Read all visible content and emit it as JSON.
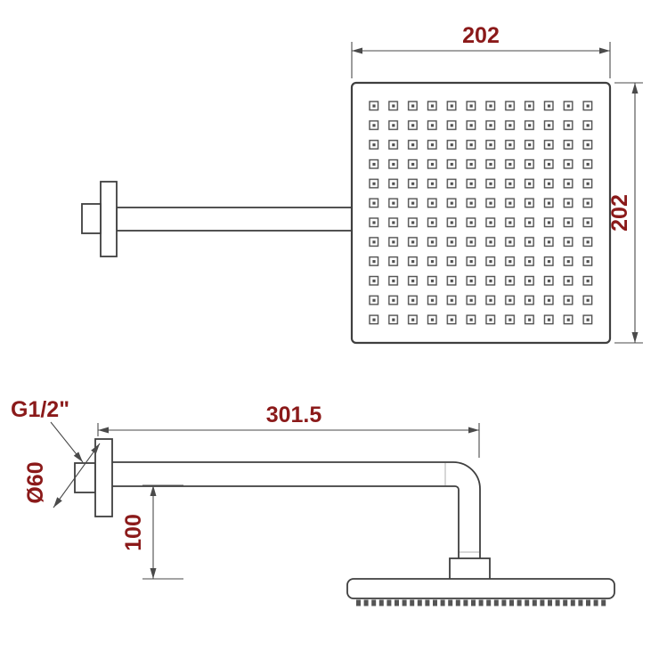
{
  "colors": {
    "line": "#3f3f3f",
    "dimension_line": "#4a4a4a",
    "dimension_text": "#8b1a1a"
  },
  "top_view": {
    "head_width": "202",
    "head_depth": "202"
  },
  "side_view": {
    "arm_length": "301.5",
    "thread_size": "G1/2\"",
    "flange_diameter": "Ø60",
    "drop_height": "100"
  }
}
